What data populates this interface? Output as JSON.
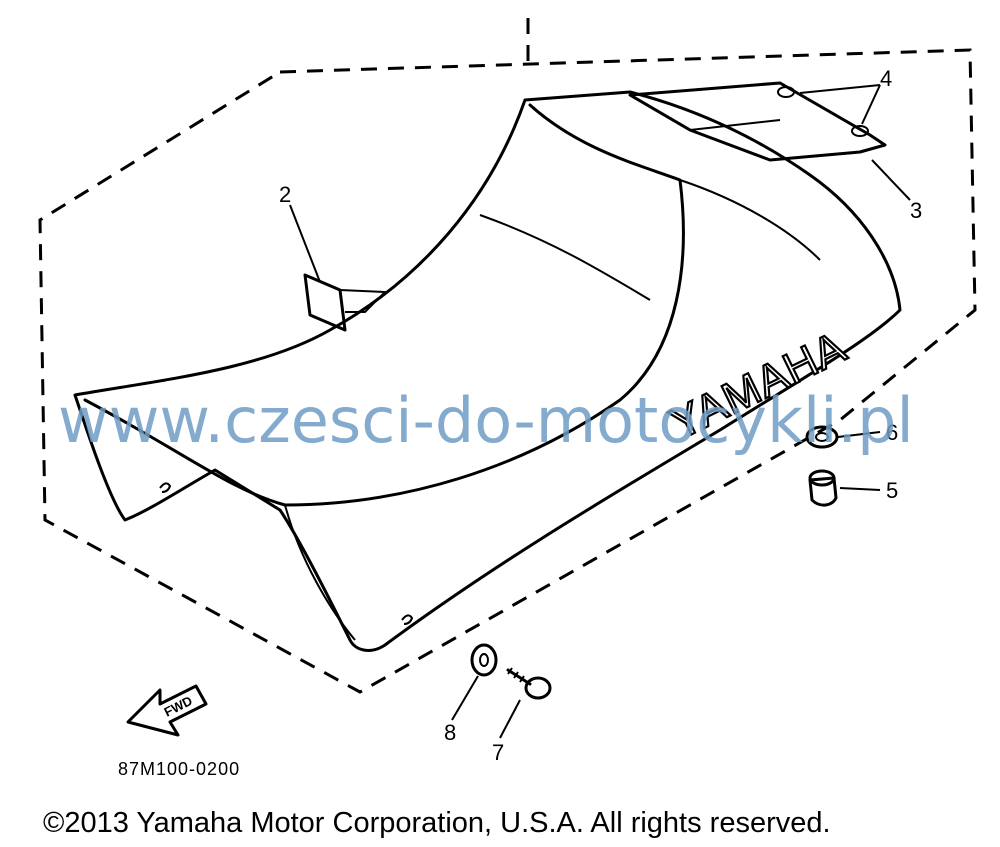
{
  "diagram": {
    "brand_on_seat": "YAMAHA",
    "fwd_label": "FWD",
    "drawing_code": "87M100-0200",
    "callouts": [
      {
        "num": "2"
      },
      {
        "num": "3"
      },
      {
        "num": "4"
      },
      {
        "num": "5"
      },
      {
        "num": "6"
      },
      {
        "num": "7"
      },
      {
        "num": "8"
      }
    ]
  },
  "copyright": "©2013 Yamaha Motor Corporation, U.S.A. All rights reserved.",
  "watermark": "www.czesci-do-motocykli.pl"
}
